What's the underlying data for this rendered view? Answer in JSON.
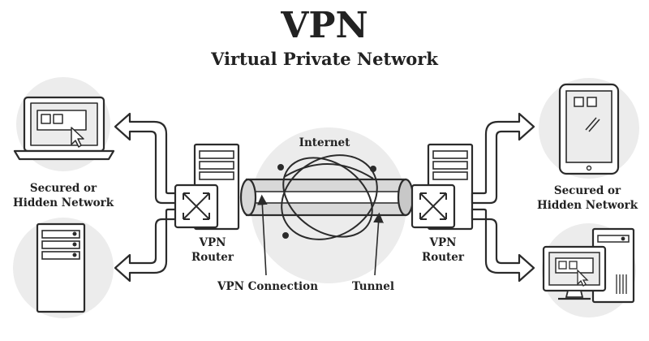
{
  "title": "VPN",
  "subtitle": "Virtual Private Network",
  "labels": {
    "left_network": [
      "Secured or",
      "Hidden Network"
    ],
    "right_network": [
      "Secured or",
      "Hidden Network"
    ],
    "left_router": [
      "VPN",
      "Router"
    ],
    "right_router": [
      "VPN",
      "Router"
    ],
    "internet": "Internet",
    "vpn_connection": "VPN Connection",
    "tunnel": "Tunnel"
  },
  "colors": {
    "stroke": "#2b2b2b",
    "circle_fill": "#ececec",
    "text": "#222222",
    "fill": "#ffffff"
  },
  "icons": [
    "laptop-icon",
    "server-tower-icon",
    "router-icon",
    "tablet-icon",
    "desktop-computer-icon",
    "globe-orbit-icon",
    "tunnel-pipe-icon"
  ]
}
